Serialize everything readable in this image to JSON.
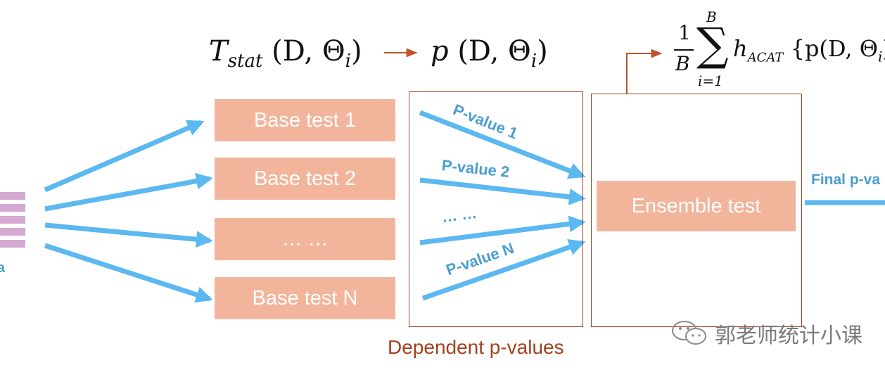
{
  "formula_top": {
    "tstat": "T",
    "tstat_sub": "stat",
    "tstat_args": "(D, Θ",
    "tstat_args_sub": "i",
    "tstat_close": ")",
    "p": "p",
    "p_args": "(D, Θ",
    "p_args_sub": "i",
    "p_close": ")"
  },
  "formula_ensemble": {
    "frac_num": "1",
    "frac_den": "B",
    "sum_upper": "B",
    "sum_symbol": "∑",
    "sum_lower": "i=1",
    "h": "h",
    "h_sub": "ACAT",
    "rest": "{p(D, Θ",
    "rest_sub": "i",
    "rest_close": ")"
  },
  "base_tests": [
    "Base test 1",
    "Base test 2",
    "… …",
    "Base test N"
  ],
  "p_values": [
    "P-value 1",
    "P-value 2",
    "… …",
    "P-value N"
  ],
  "ensemble_label": "Ensemble test",
  "final_label": "Final p-va",
  "data_label": "a",
  "caption": "Dependent p-values",
  "watermark": "郭老师统计小课",
  "colors": {
    "box_fill": "#f2b59c",
    "arrow_blue": "#5bb8f0",
    "frame_brown": "#a0421e",
    "data_purple": "#d6a9d3"
  }
}
